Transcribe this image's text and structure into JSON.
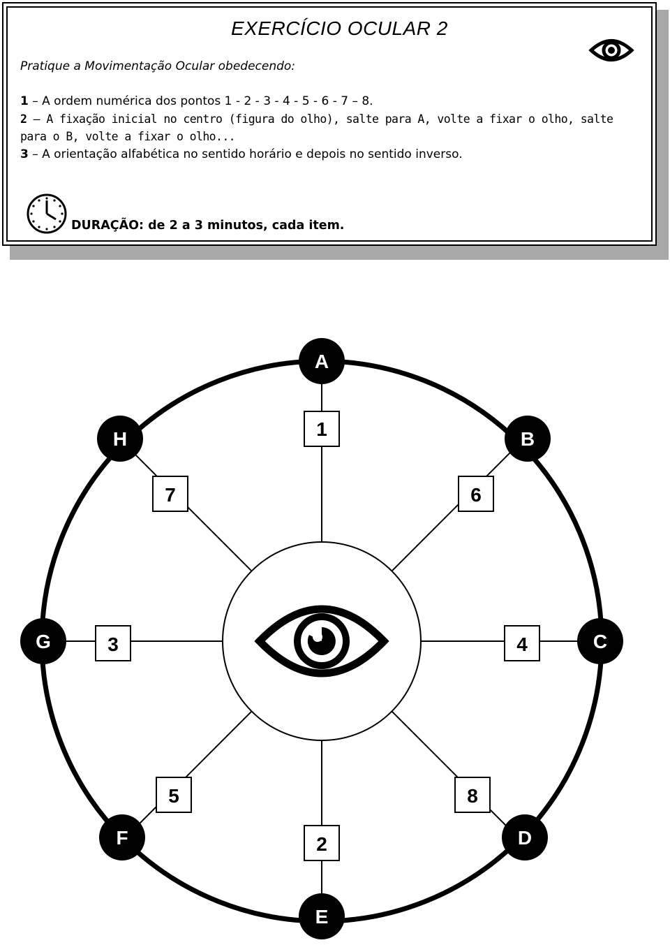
{
  "header": {
    "title": "EXERCÍCIO OCULAR 2",
    "subtitle": "Pratique a Movimentação Ocular obedecendo:",
    "instructions": [
      {
        "num": "1",
        "text": " – A ordem numérica dos pontos 1 - 2 - 3 - 4 - 5 - 6 - 7 – 8."
      },
      {
        "num": "2",
        "text": " – A fixação inicial no centro (figura do olho), salte para A, volte a fixar o olho, salte"
      },
      {
        "num": "",
        "text": "para o B, volte a fixar o olho..."
      },
      {
        "num": "3",
        "text": " – A orientação alfabética no sentido horário e depois no sentido inverso."
      }
    ],
    "duration": "DURAÇÃO: de 2 a 3 minutos, cada item."
  },
  "diagram": {
    "letters": {
      "A": "A",
      "B": "B",
      "C": "C",
      "D": "D",
      "E": "E",
      "F": "F",
      "G": "G",
      "H": "H"
    },
    "numbers": {
      "n1": "1",
      "n2": "2",
      "n3": "3",
      "n4": "4",
      "n5": "5",
      "n6": "6",
      "n7": "7",
      "n8": "8"
    }
  },
  "icons": {
    "eye": "eye-icon",
    "clock": "clock-icon"
  }
}
